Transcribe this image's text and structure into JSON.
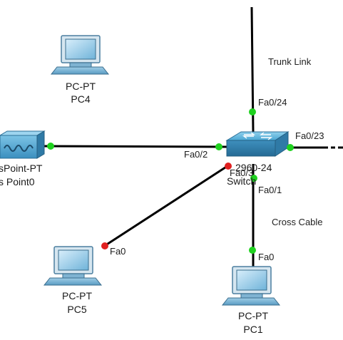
{
  "devices": {
    "pc4": {
      "type": "PC-PT",
      "name": "PC4"
    },
    "pc5": {
      "type": "PC-PT",
      "name": "PC5"
    },
    "pc1": {
      "type": "PC-PT",
      "name": "PC1"
    },
    "ap": {
      "type": "sPoint-PT",
      "name": "s Point0"
    },
    "switch": {
      "type": "2960-24",
      "name": "Switch"
    }
  },
  "ports": {
    "sw_fa024": "Fa0/24",
    "sw_fa023": "Fa0/23",
    "sw_fa02": "Fa0/2",
    "sw_fa03": "Fa0/3",
    "sw_fa01": "Fa0/1",
    "pc5_fa0": "Fa0",
    "pc1_fa0": "Fa0"
  },
  "link_labels": {
    "trunk": "Trunk Link",
    "cross": "Cross Cable"
  },
  "colors": {
    "link_up": "#1fd21f",
    "link_down": "#e02020",
    "cable": "#000000"
  }
}
